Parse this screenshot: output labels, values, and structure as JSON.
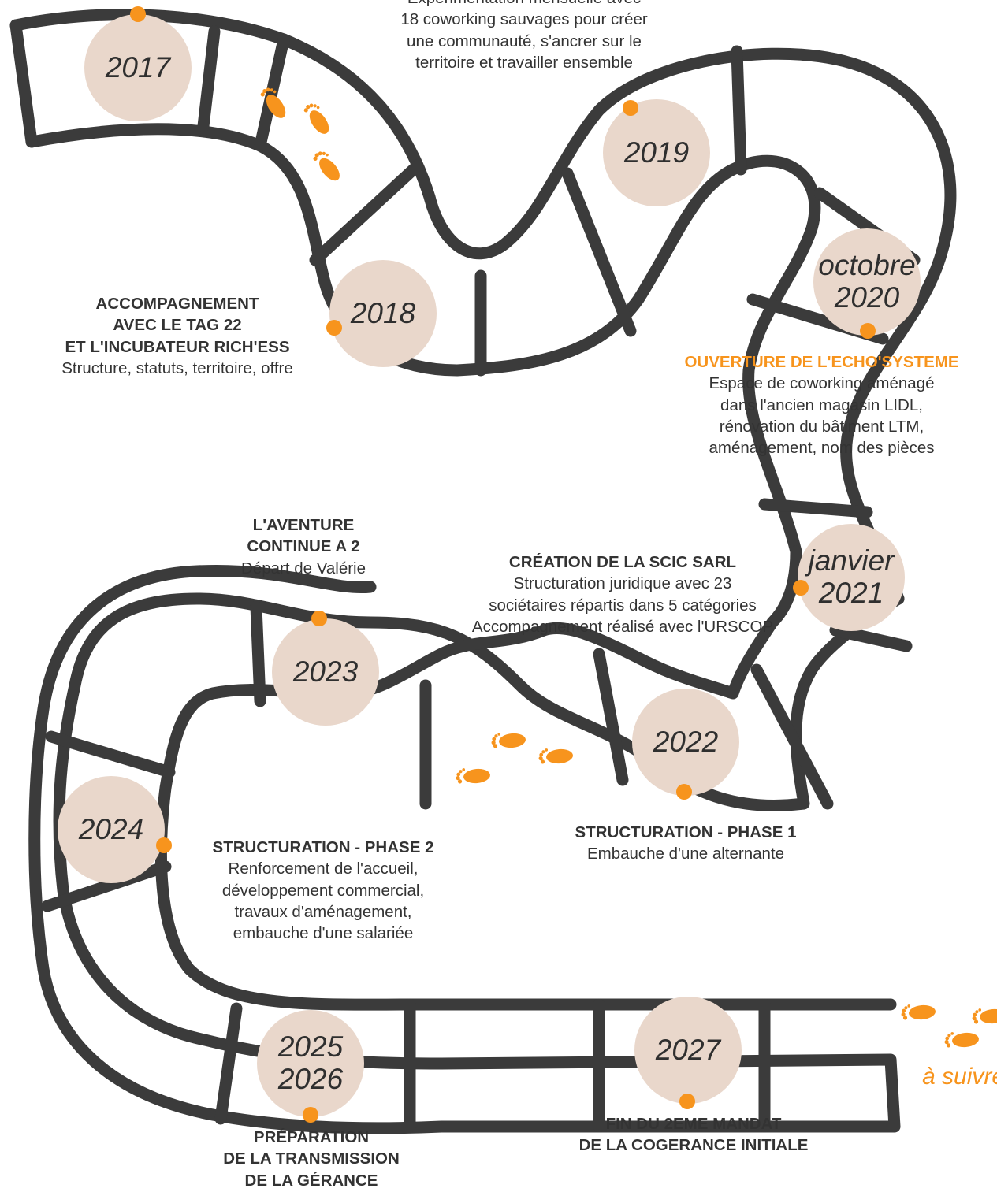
{
  "colors": {
    "accent": "#f7941d",
    "road": "#3b3b3b",
    "circle": "#e9d7cb",
    "text": "#333333"
  },
  "years": {
    "y2017": "2017",
    "y2018": "2018",
    "y2019": "2019",
    "oct2020_l1": "octobre",
    "oct2020_l2": "2020",
    "jan2021_l1": "janvier",
    "jan2021_l2": "2021",
    "y2022": "2022",
    "y2023": "2023",
    "y2024": "2024",
    "y2025_l1": "2025",
    "y2025_l2": "2026",
    "y2027": "2027"
  },
  "milestones": {
    "m2019": {
      "lines": [
        "Expérimentation mensuelle avec",
        "18 coworking sauvages pour créer",
        "une communauté, s'ancrer sur le",
        "territoire et travailler ensemble"
      ]
    },
    "m2018": {
      "title": [
        "ACCOMPAGNEMENT",
        "AVEC LE TAG 22",
        "ET L'INCUBATEUR RICH'ESS"
      ],
      "desc": "Structure, statuts, territoire, offre"
    },
    "m2020": {
      "title": "OUVERTURE DE L'ECHO'SYSTEME",
      "lines": [
        "Espace de coworking aménagé",
        "dans l'ancien magasin LIDL,",
        "rénovation du bâtiment LTM,",
        "aménagement, nom des pièces"
      ]
    },
    "m2023": {
      "title": [
        "L'AVENTURE",
        "CONTINUE A 2"
      ],
      "desc": "Départ de Valérie"
    },
    "m2021": {
      "title": "CRÉATION DE LA SCIC SARL",
      "lines": [
        "Structuration juridique avec 23",
        "sociétaires répartis dans 5 catégories",
        "Accompagnement réalisé avec l'URSCOP"
      ]
    },
    "m2022": {
      "title": "STRUCTURATION - PHASE 1",
      "desc": "Embauche d'une alternante"
    },
    "m2024": {
      "title": "STRUCTURATION - PHASE 2",
      "lines": [
        "Renforcement de l'accueil,",
        "développement commercial,",
        "travaux d'aménagement,",
        "embauche d'une salariée"
      ]
    },
    "m2025": {
      "title": [
        "PRÉPARATION",
        "DE LA TRANSMISSION",
        "DE LA GÉRANCE"
      ]
    },
    "m2027": {
      "title": [
        "FIN DU 2EME MANDAT",
        "DE LA COGERANCE INITIALE"
      ]
    }
  },
  "a_suivre": "à suivre"
}
